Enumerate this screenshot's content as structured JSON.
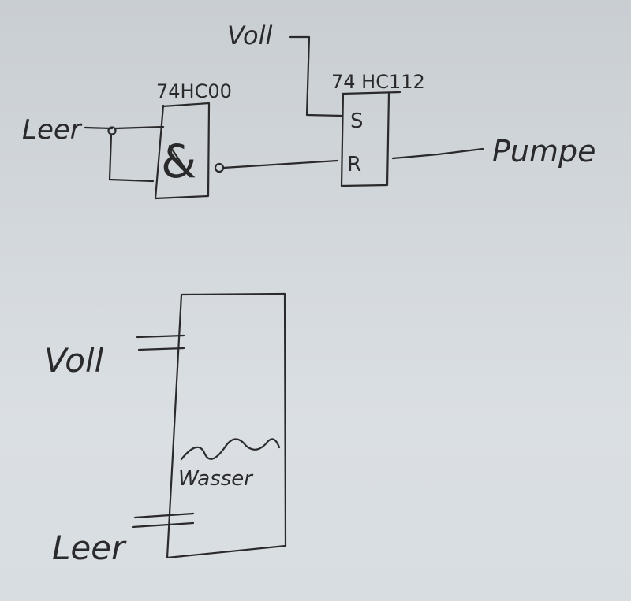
{
  "circuit": {
    "input_label": "Leer",
    "set_label": "Voll",
    "output_label": "Pumpe",
    "nand_gate": {
      "part": "74HC00",
      "symbol": "&"
    },
    "flipflop": {
      "part": "74 HC112",
      "set_pin": "S",
      "reset_pin": "R"
    }
  },
  "tank": {
    "full_label": "Voll",
    "empty_label": "Leer",
    "water_label": "Wasser"
  },
  "colors": {
    "paper": "#d3d8dc",
    "ink": "#2a2a2c"
  }
}
